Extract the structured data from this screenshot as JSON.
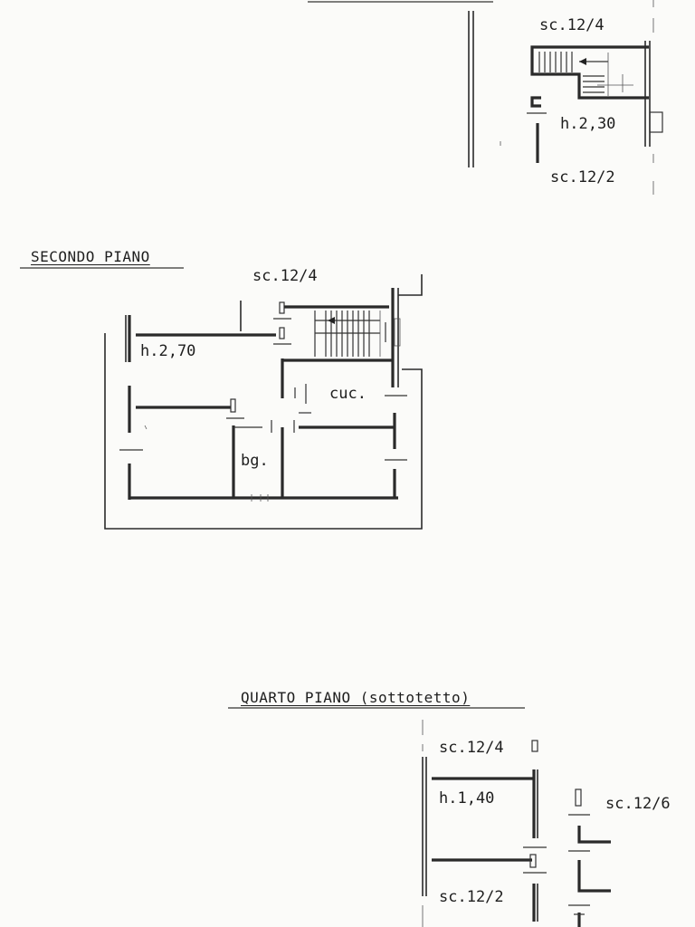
{
  "top_fragment": {
    "stair_label": "sc.12/4",
    "height_label": "h.2,30",
    "lower_stair_label": "sc.12/2"
  },
  "second_floor": {
    "title": "SECONDO PIANO",
    "stair_label": "sc.12/4",
    "height_label": "h.2,70",
    "kitchen_label": "cuc.",
    "bathroom_label": "bg."
  },
  "fourth_floor": {
    "title": "QUARTO PIANO (sottotetto)",
    "stair_label_top": "sc.12/4",
    "height_label": "h.1,40",
    "stair_label_right": "sc.12/6",
    "stair_label_bottom": "sc.12/2"
  }
}
